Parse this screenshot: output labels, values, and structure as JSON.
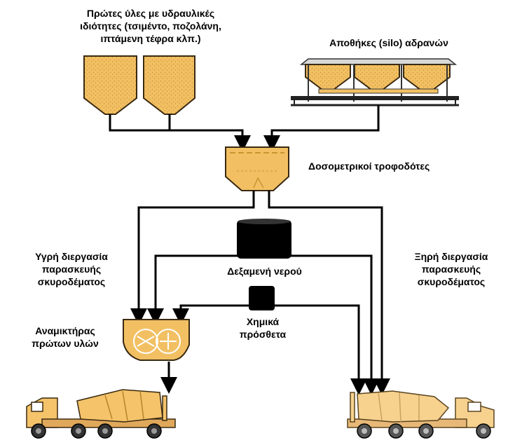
{
  "labels": {
    "hydraulic_materials": [
      "Πρώτες ύλες με υδραυλικές",
      "ιδιότητες (τσιμέντο, ποζολάνη,",
      "ιπτάμενη τέφρα κλπ.)"
    ],
    "aggregate_silos": "Αποθήκες (silo) αδρανών",
    "batching_feeders": "Δοσομετρικοί τροφοδότες",
    "wet_process": [
      "Υγρή διεργασία",
      "παρασκευής",
      "σκυροδέματος"
    ],
    "dry_process": [
      "Ξηρή διεργασία",
      "παρασκευής",
      "σκυροδέματος"
    ],
    "water_tank": "Δεξαμενή νερού",
    "mixer": [
      "Αναμικτήρας",
      "πρώτων υλών"
    ],
    "chemical_additives": [
      "Χημικά",
      "πρόσθετα"
    ]
  },
  "colors": {
    "material_fill": "#f2c063",
    "material_speckle": "#c99530",
    "outline": "#3a2a12",
    "line": "#000000",
    "tank": "#000000",
    "truck_fill": "#f4c36a",
    "right_truck_fill": "#f7d28e"
  }
}
